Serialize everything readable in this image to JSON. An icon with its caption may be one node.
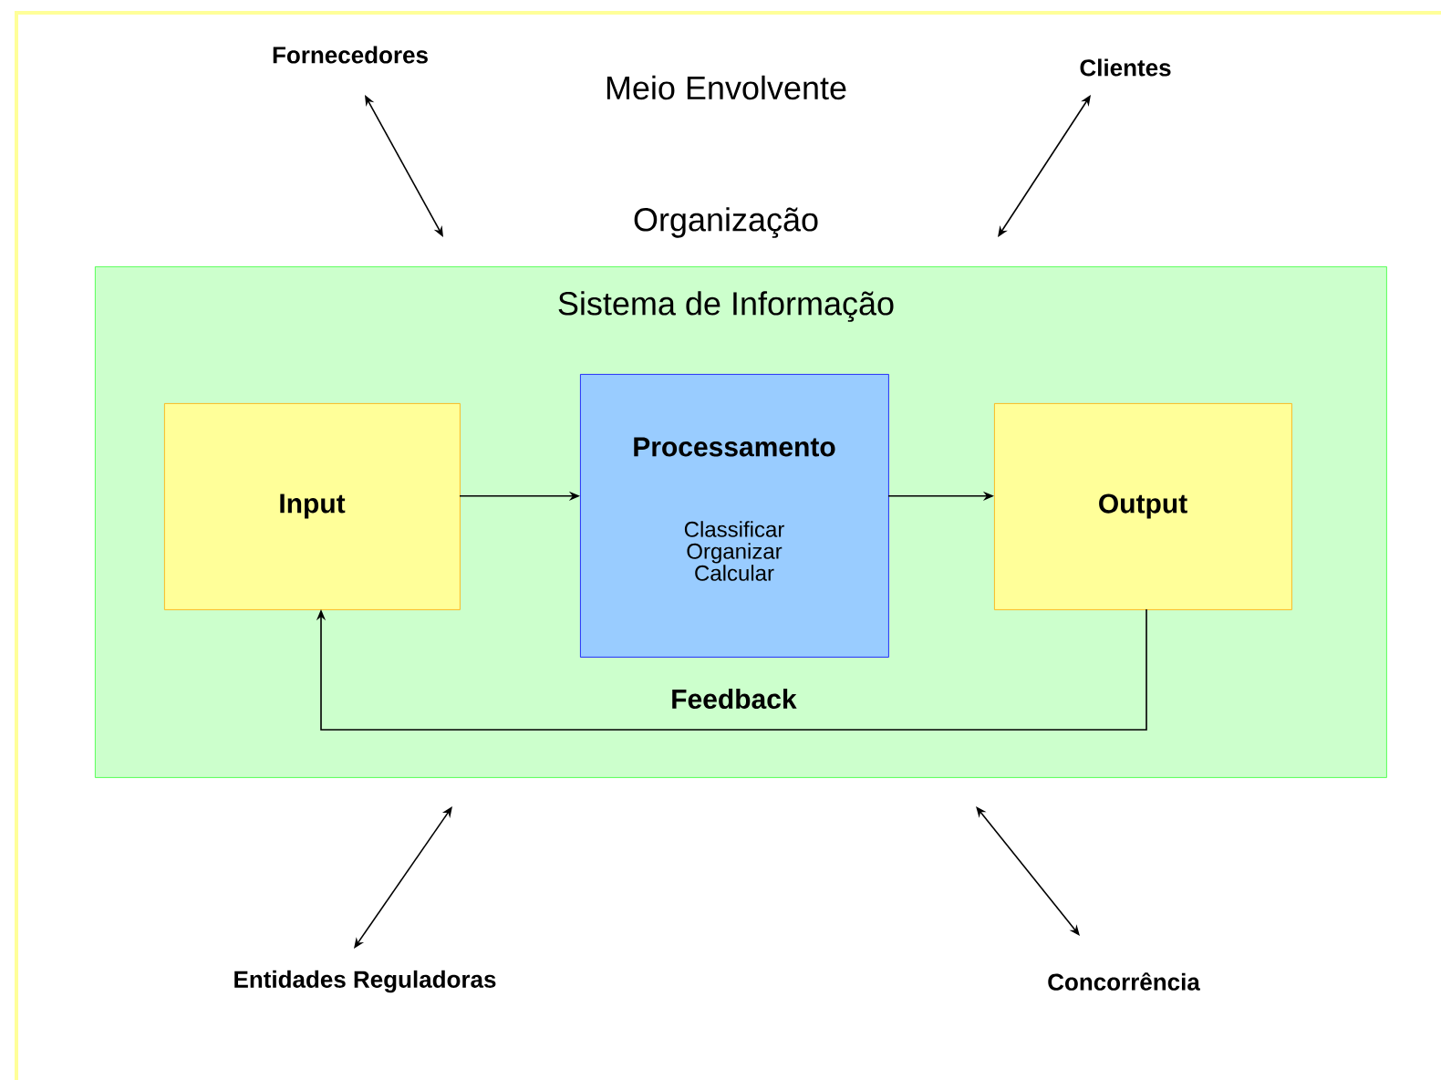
{
  "diagram": {
    "nodes": [
      {
        "text": [
          "Meio Envolvente"
        ]
      },
      {
        "text": [
          "Fornecedores"
        ],
        "in": 0
      },
      {
        "text": [
          "Clientes"
        ],
        "in": 0
      },
      {
        "text": [
          "Sistema de Informação"
        ],
        "in": 0
      },
      {
        "text": [
          "Input"
        ],
        "in": 3
      },
      {
        "text": [
          "Processamento",
          "Classificar Organizar Calcular"
        ],
        "in": 3
      },
      {
        "text": [
          "Output"
        ],
        "in": 3
      },
      {
        "text": [
          "Entidades Reguladoras"
        ],
        "in": 0
      },
      {
        "text": [
          "Concorrência"
        ],
        "in": 0
      }
    ],
    "edges": [
      {
        "from": 4,
        "to": 5,
        "arrow": "to"
      },
      {
        "from": 5,
        "to": 6,
        "arrow": "to"
      },
      {
        "from": 6,
        "to": 4,
        "arrow": "to",
        "label": "Feedback"
      },
      {
        "from": 1,
        "to": null,
        "arrow": "both"
      },
      {
        "from": 2,
        "to": null,
        "arrow": "both"
      },
      {
        "from": 7,
        "to": null,
        "arrow": "both"
      },
      {
        "from": 8,
        "to": null,
        "arrow": "both"
      }
    ],
    "labels": [
      "Organização"
    ]
  }
}
